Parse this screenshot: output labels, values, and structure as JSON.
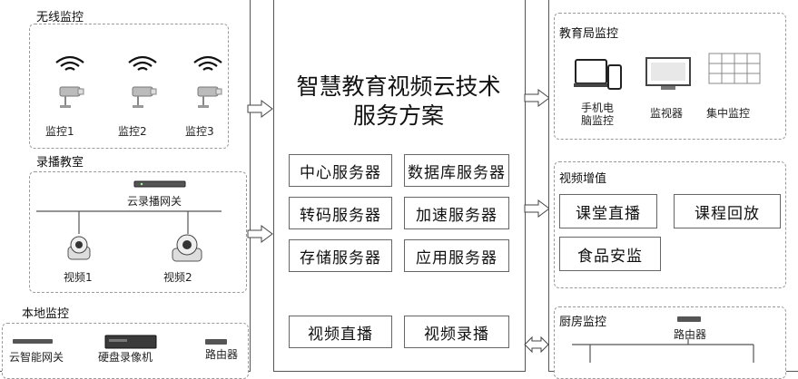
{
  "left": {
    "monitor_section": {
      "title": "无线监控",
      "cameras": [
        "监控1",
        "监控2",
        "监控3"
      ]
    },
    "classroom_section": {
      "title": "录播教室",
      "gateway": "云录播网关",
      "cameras": [
        "视频1",
        "视频2"
      ]
    },
    "local_section": {
      "title": "本地监控",
      "devices": [
        "云智能网关",
        "硬盘录像机",
        "路由器"
      ]
    }
  },
  "center": {
    "title_line1": "智慧教育视频云技术",
    "title_line2": "服务方案",
    "servers": [
      "中心服务器",
      "数据库服务器",
      "转码服务器",
      "加速服务器",
      "存储服务器",
      "应用服务器"
    ],
    "services": [
      "视频直播",
      "视频录播"
    ]
  },
  "right": {
    "bureau_section": {
      "title": "教育局监控",
      "devices": [
        "手机电\n脑监控",
        "监视器",
        "集中监控"
      ]
    },
    "value_section": {
      "title": "视频增值",
      "items": [
        "课堂直播",
        "课程回放",
        "食品安监"
      ]
    },
    "kitchen_section": {
      "title": "厨房监控",
      "router": "路由器"
    }
  }
}
